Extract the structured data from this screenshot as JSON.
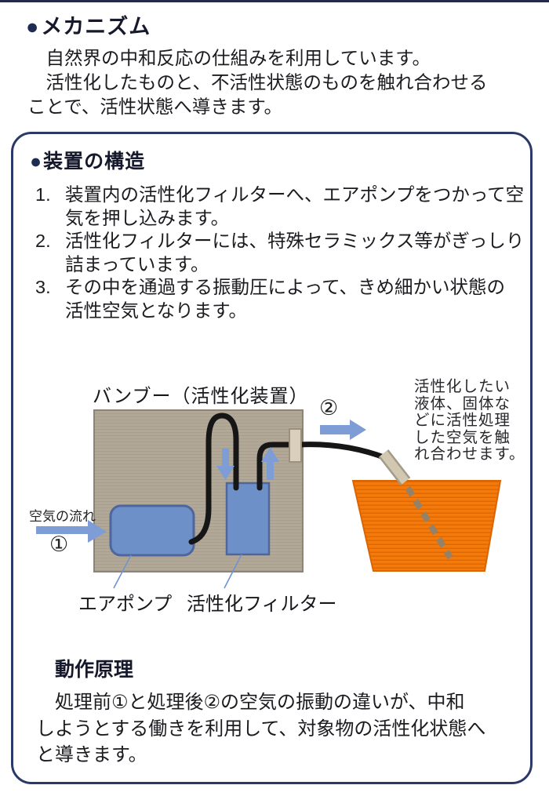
{
  "colors": {
    "panel_border_navy": "#2b3968",
    "device_box_tan": "#b2a898",
    "device_blue": "#6e90c8",
    "device_blue_border": "#4e669c",
    "arrow_blue": "#7e9dd6",
    "tube_black": "#161616",
    "container_orange": "#f57a0c",
    "container_orange_border": "#d96504",
    "nozzle_beige": "#d2c8b2",
    "leader_line_blue": "#6f93cf"
  },
  "mechanism": {
    "bullet": "●",
    "heading": "メカニズム",
    "body": "　自然界の中和反応の仕組みを利用しています。\n　活性化したものと、不活性状態のものを触れ合わせる\nことで、活性状態へ導きます。"
  },
  "device": {
    "bullet": "●",
    "heading": "装置の構造",
    "steps": [
      {
        "num": "1.",
        "text": "装置内の活性化フィルターへ、エアポンプをつかって空\n気を押し込みます。"
      },
      {
        "num": "2.",
        "text": "活性化フィルターには、特殊セラミックス等がぎっしり\n詰まっています。"
      },
      {
        "num": "3.",
        "text": "その中を通過する振動圧によって、きめ細かい状態の\n活性空気となります。"
      }
    ]
  },
  "diagram": {
    "title": "バンブー（活性化装置）",
    "air_flow_label": "空気の流れ",
    "step1": "①",
    "step2": "②",
    "pump_label": "エアポンプ",
    "filter_label": "活性化フィルター",
    "target_note": "活性化したい\n液体、固体な\nどに活性処理\nした空気を触\nれ合わせます。"
  },
  "principle": {
    "heading": "動作原理",
    "body": "　処理前①と処理後②の空気の振動の違いが、中和\nしようとする働きを利用して、対象物の活性化状態へ\nと導きます。"
  }
}
